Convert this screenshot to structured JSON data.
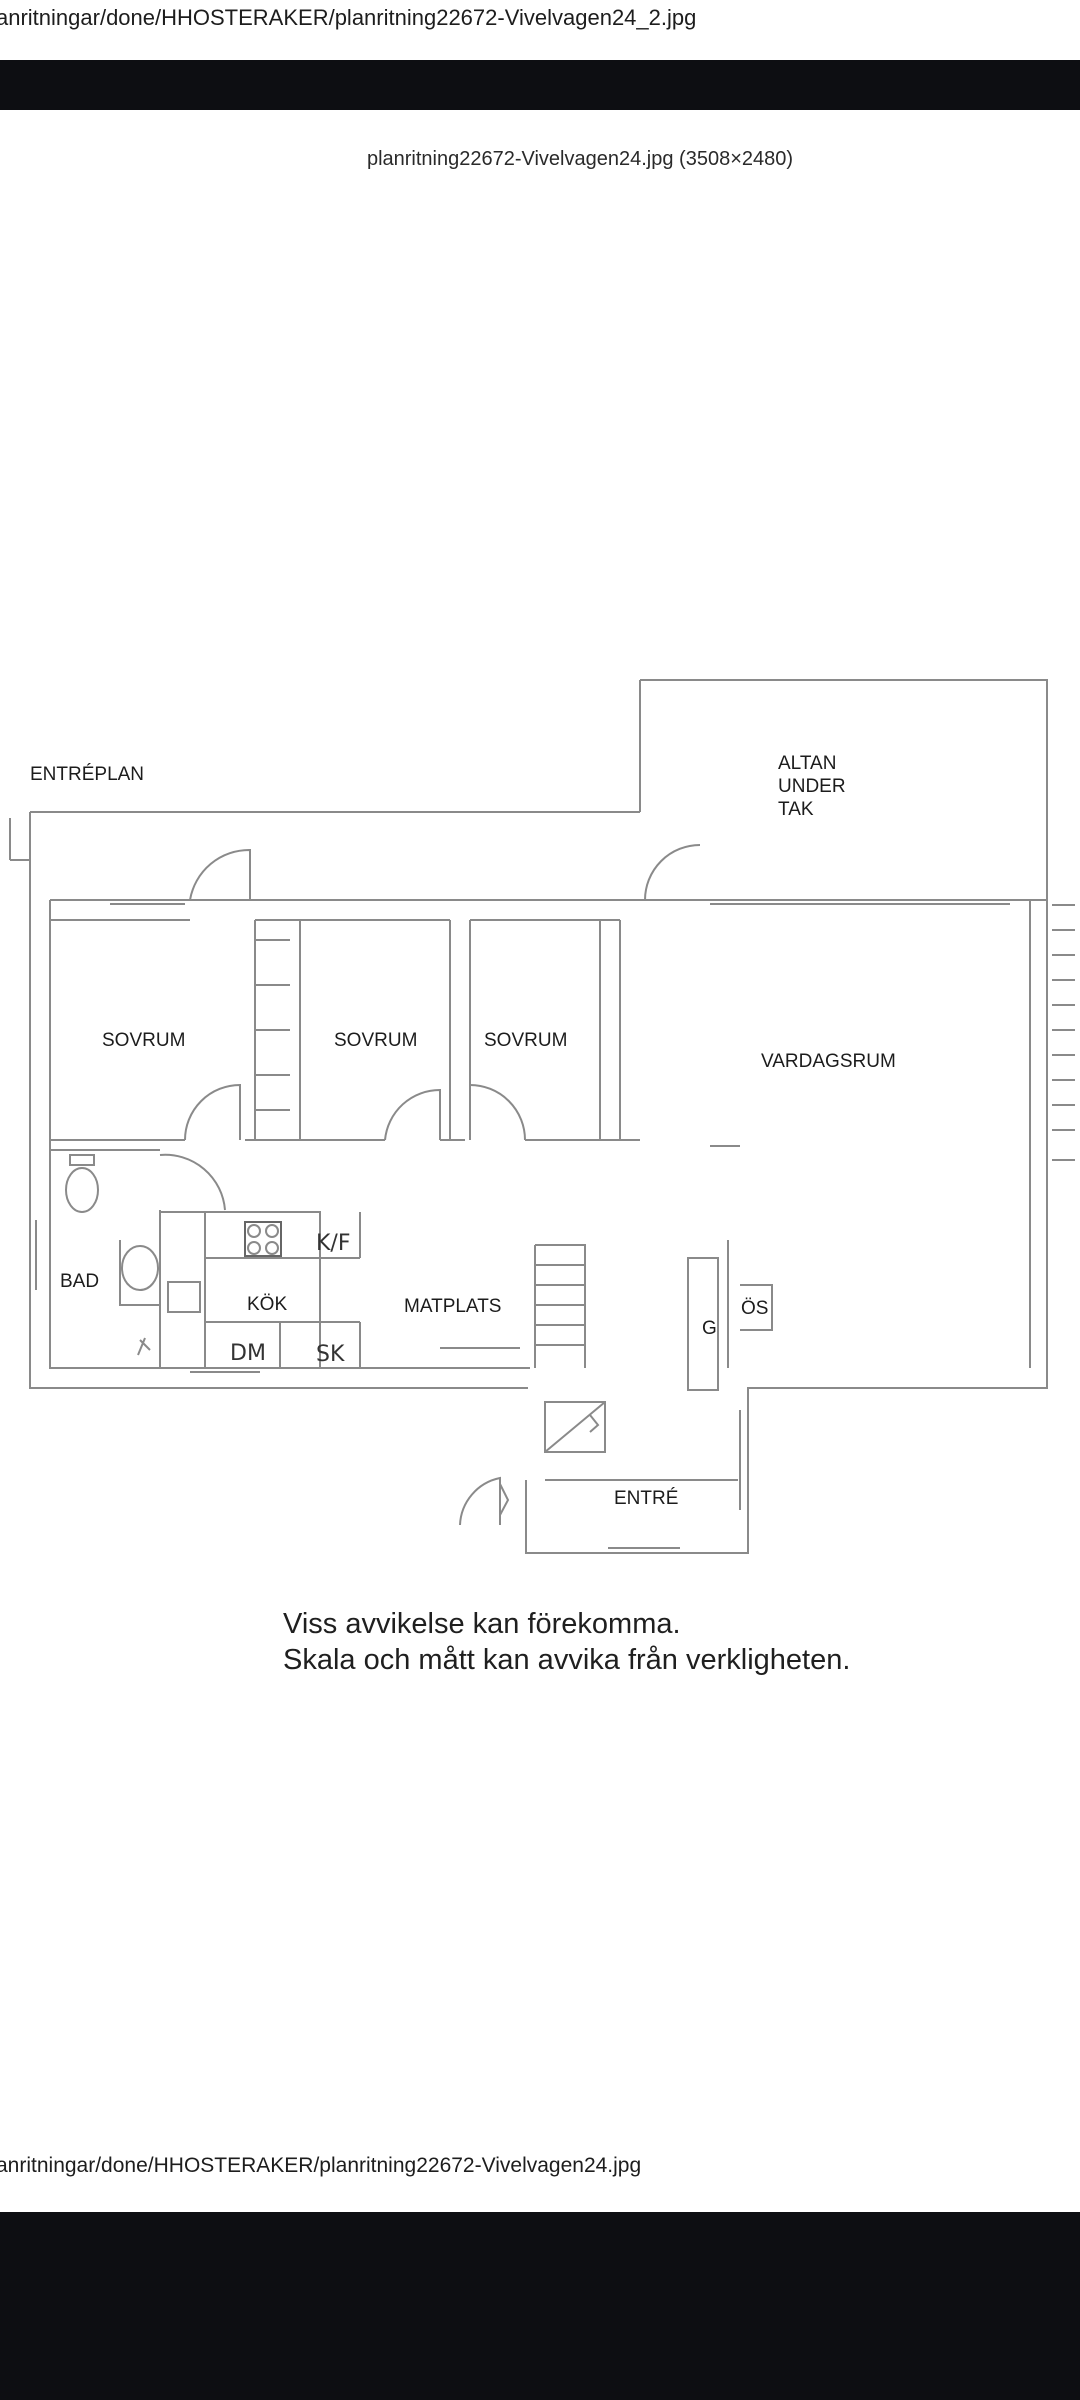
{
  "file_path_top": "anritningar/done/HHOSTERAKER/planritning22672-Vivelvagen24_2.jpg",
  "image_caption": "planritning22672-Vivelvagen24.jpg (3508×2480)",
  "floorplan": {
    "level_label": "ENTRÉPLAN",
    "rooms": {
      "altan_line1": "ALTAN",
      "altan_line2": "UNDER",
      "altan_line3": "TAK",
      "sovrum_1": "SOVRUM",
      "sovrum_2": "SOVRUM",
      "sovrum_3": "SOVRUM",
      "vardagsrum": "VARDAGSRUM",
      "bad": "BAD",
      "kok": "KÖK",
      "matplats": "MATPLATS",
      "g": "G",
      "os": "ÖS",
      "entre": "ENTRÉ"
    },
    "appliances": {
      "kf": "K/F",
      "dm": "DM",
      "sk": "SK"
    }
  },
  "disclaimer": {
    "line1": "Viss avvikelse kan förekomma.",
    "line2": "Skala och mått kan avvika från verkligheten."
  },
  "file_path_bottom": "anritningar/done/HHOSTERAKER/planritning22672-Vivelvagen24.jpg"
}
